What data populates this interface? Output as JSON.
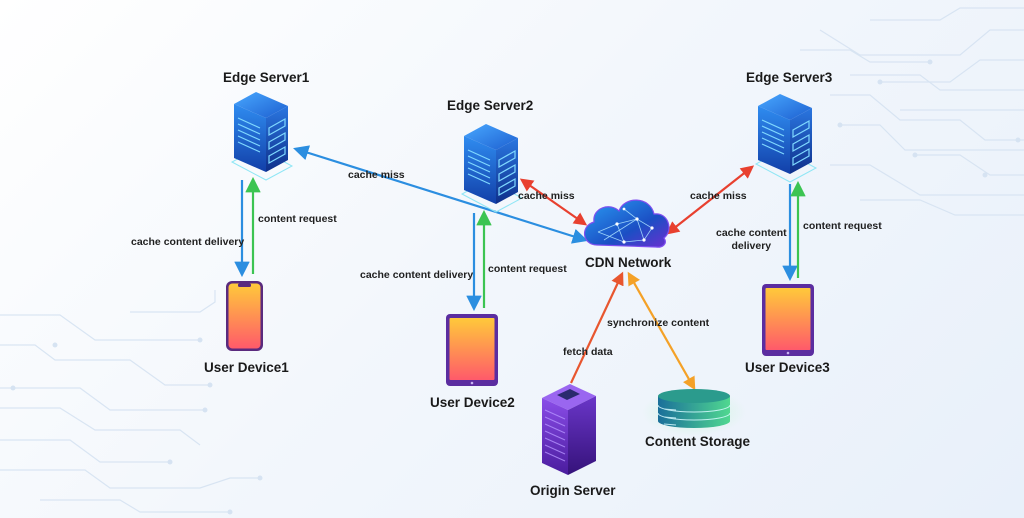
{
  "diagram": {
    "nodes": [
      {
        "id": "edge1",
        "label": "Edge Server1",
        "type": "edge-server"
      },
      {
        "id": "edge2",
        "label": "Edge Server2",
        "type": "edge-server"
      },
      {
        "id": "edge3",
        "label": "Edge Server3",
        "type": "edge-server"
      },
      {
        "id": "cdn",
        "label": "CDN Network",
        "type": "cloud"
      },
      {
        "id": "user1",
        "label": "User Device1",
        "type": "phone"
      },
      {
        "id": "user2",
        "label": "User Device2",
        "type": "tablet"
      },
      {
        "id": "user3",
        "label": "User Device3",
        "type": "tablet"
      },
      {
        "id": "origin",
        "label": "Origin Server",
        "type": "origin-server"
      },
      {
        "id": "storage",
        "label": "Content Storage",
        "type": "database"
      }
    ],
    "edges": [
      {
        "from": "cdn",
        "to": "edge1",
        "label": "cache miss",
        "color": "#2b8ee0"
      },
      {
        "from": "edge2",
        "to": "cdn",
        "label": "cache miss",
        "color": "#e8402f",
        "bidirectional": true
      },
      {
        "from": "edge3",
        "to": "cdn",
        "label": "cache miss",
        "color": "#e8402f",
        "bidirectional": true
      },
      {
        "from": "edge1",
        "to": "user1",
        "label": "cache content delivery",
        "color": "#2b8ee0"
      },
      {
        "from": "user1",
        "to": "edge1",
        "label": "content request",
        "color": "#3cc452"
      },
      {
        "from": "edge2",
        "to": "user2",
        "label": "cache content delivery",
        "color": "#2b8ee0"
      },
      {
        "from": "user2",
        "to": "edge2",
        "label": "content request",
        "color": "#3cc452"
      },
      {
        "from": "edge3",
        "to": "user3",
        "label": "cache content delivery",
        "color": "#2b8ee0"
      },
      {
        "from": "user3",
        "to": "edge3",
        "label": "content request",
        "color": "#3cc452"
      },
      {
        "from": "origin",
        "to": "cdn",
        "label": "fetch data",
        "color": "#e8562f"
      },
      {
        "from": "cdn",
        "to": "storage",
        "label": "synchronize content",
        "color": "#f4a127",
        "bidirectional": true
      }
    ]
  },
  "labels": {
    "edge1": "Edge Server1",
    "edge2": "Edge Server2",
    "edge3": "Edge Server3",
    "cdn": "CDN Network",
    "user1": "User Device1",
    "user2": "User Device2",
    "user3": "User Device3",
    "origin": "Origin Server",
    "storage": "Content Storage",
    "e_cdn_edge1": "cache miss",
    "e_edge2_cdn": "cache miss",
    "e_edge3_cdn": "cache miss",
    "e_deliv1": "cache content delivery",
    "e_req1": "content request",
    "e_deliv2": "cache content delivery",
    "e_req2": "content request",
    "e_deliv3_a": "cache content",
    "e_deliv3_b": "delivery",
    "e_req3": "content request",
    "e_fetch": "fetch data",
    "e_sync": "synchronize content"
  },
  "colors": {
    "delivery": "#2b8ee0",
    "request": "#3cc452",
    "cache_miss": "#e8402f",
    "fetch": "#e8562f",
    "sync": "#f4a127"
  }
}
